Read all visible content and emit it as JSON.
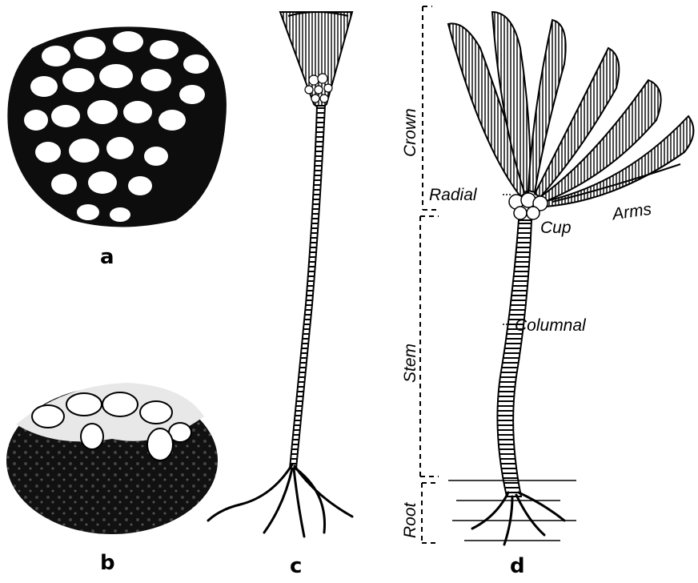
{
  "panels": {
    "a": "a",
    "b": "b",
    "c": "c",
    "d": "d"
  },
  "labels": {
    "radial": "Radial",
    "cup": "Cup",
    "arms": "Arms",
    "columnal": "Columnal"
  },
  "sections": {
    "crown": "Crown",
    "stem": "Stem",
    "root": "Root"
  },
  "colors": {
    "ink": "#000000",
    "paper": "#ffffff"
  }
}
